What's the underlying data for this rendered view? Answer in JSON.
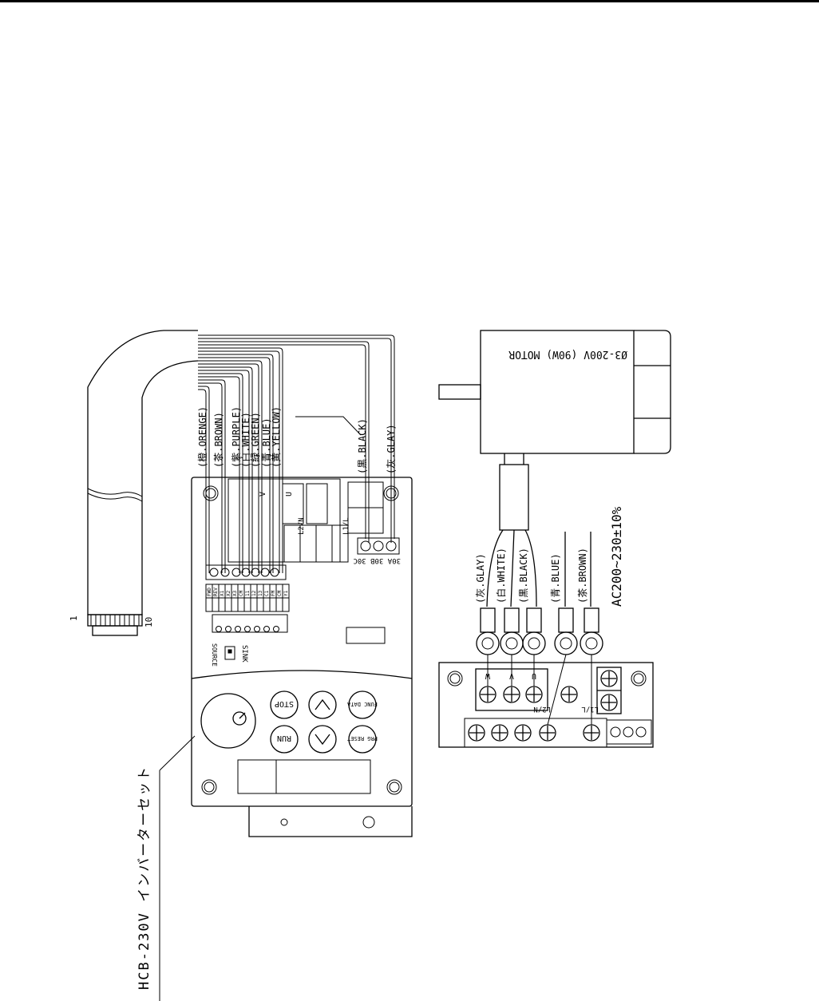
{
  "inverter": {
    "set_label": "HCB-230V インバーターセット",
    "connector_pin_first": "1",
    "connector_pin_last": "10",
    "lead_wires": [
      "(橙.ORENGE)",
      "(茶.BROWN)",
      "(紫.PURPLE)",
      "(白.WHITE)",
      "(緑.GREEN)",
      "(青.BLUE)",
      "(黄.YELLOW)",
      "(黒.BLACK)",
      "(灰.GLAY)"
    ],
    "power_terminals": [
      "U",
      "V",
      "L2/N",
      "L1/L"
    ],
    "relay_terminals": "30A 30B 30C",
    "control_terminals": [
      "FWD",
      "REV",
      "X1",
      "X2",
      "X3",
      "CM",
      "11",
      "12",
      "13",
      "C1",
      "FM",
      "CM",
      "Y1"
    ],
    "switch_labels": {
      "source": "SOURCE",
      "sink": "SINK"
    },
    "keypad": {
      "stop": "STOP",
      "run": "RUN",
      "func_data": "FUNC DATA",
      "prg_reset": "PRG RESET"
    }
  },
  "motor": {
    "label": "Ø3-200V (90W) MOTOR",
    "wires": [
      "(灰.GLAY)",
      "(白.WHITE)",
      "(黒.BLACK)",
      "(青.BLUE)",
      "(茶.BROWN)"
    ],
    "supply_label": "AC200~230±10%",
    "terminal_block": [
      "W",
      "V",
      "U",
      "L2/N",
      "L1/L"
    ]
  }
}
